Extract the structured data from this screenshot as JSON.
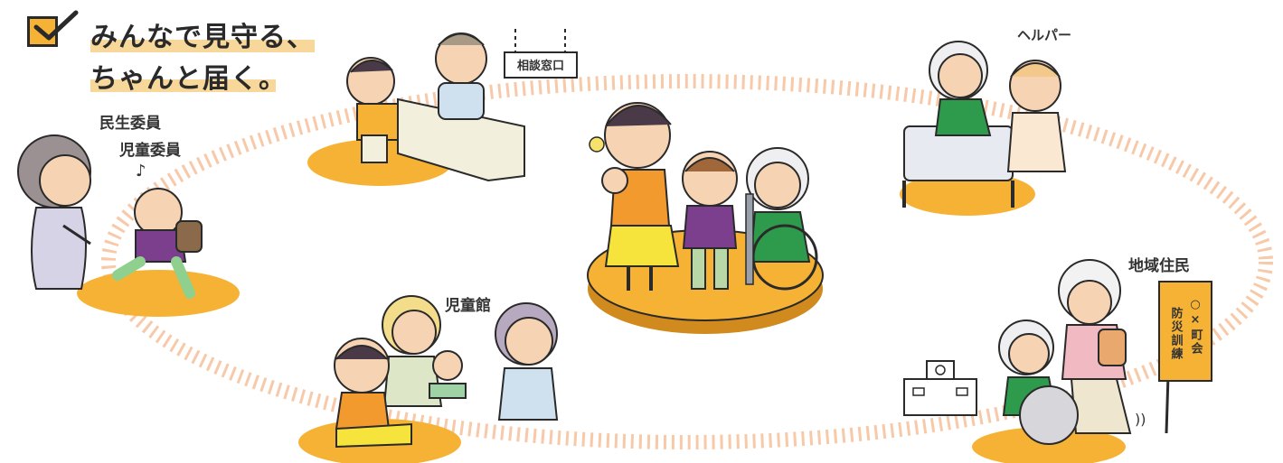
{
  "title": {
    "line1": "みんなで見守る、",
    "line2": "ちゃんと届く。"
  },
  "labels": {
    "minsei": "民生委員",
    "jido_iin": "児童委員",
    "consult": "相談窓口",
    "helper": "ヘルパー",
    "jidokan": "児童館",
    "residents": "地域住民",
    "banner_col1": "○×町会",
    "banner_col2": "防災訓練"
  },
  "colors": {
    "accent": "#f6b234",
    "dots": "#f7c9a8",
    "highlight": "#f7d79a",
    "outline": "#2a2a2a"
  },
  "icons": [
    "checkmark-icon"
  ]
}
